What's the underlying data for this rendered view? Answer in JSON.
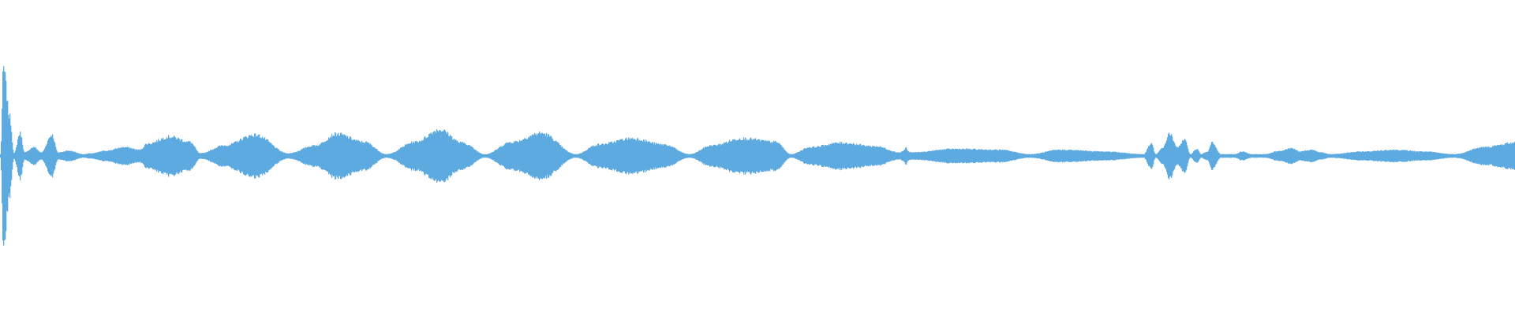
{
  "waveform": {
    "color": "#5DAAE0",
    "background": "#FFFFFF",
    "amplitude_envelope": [
      [
        0.0,
        0.02
      ],
      [
        0.002,
        1.0
      ],
      [
        0.006,
        0.45
      ],
      [
        0.009,
        0.03
      ],
      [
        0.013,
        0.26
      ],
      [
        0.016,
        0.04
      ],
      [
        0.022,
        0.1
      ],
      [
        0.027,
        0.04
      ],
      [
        0.034,
        0.24
      ],
      [
        0.038,
        0.04
      ],
      [
        0.045,
        0.06
      ],
      [
        0.055,
        0.02
      ],
      [
        0.06,
        0.03
      ],
      [
        0.07,
        0.06
      ],
      [
        0.082,
        0.1
      ],
      [
        0.092,
        0.07
      ],
      [
        0.097,
        0.14
      ],
      [
        0.112,
        0.22
      ],
      [
        0.125,
        0.16
      ],
      [
        0.132,
        0.03
      ],
      [
        0.148,
        0.12
      ],
      [
        0.168,
        0.24
      ],
      [
        0.19,
        0.03
      ],
      [
        0.208,
        0.12
      ],
      [
        0.222,
        0.25
      ],
      [
        0.24,
        0.16
      ],
      [
        0.255,
        0.02
      ],
      [
        0.274,
        0.16
      ],
      [
        0.29,
        0.3
      ],
      [
        0.305,
        0.15
      ],
      [
        0.32,
        0.02
      ],
      [
        0.338,
        0.16
      ],
      [
        0.357,
        0.26
      ],
      [
        0.38,
        0.02
      ],
      [
        0.395,
        0.13
      ],
      [
        0.417,
        0.2
      ],
      [
        0.438,
        0.13
      ],
      [
        0.455,
        0.02
      ],
      [
        0.47,
        0.12
      ],
      [
        0.49,
        0.2
      ],
      [
        0.512,
        0.16
      ],
      [
        0.522,
        0.02
      ],
      [
        0.535,
        0.1
      ],
      [
        0.555,
        0.15
      ],
      [
        0.578,
        0.11
      ],
      [
        0.594,
        0.04
      ],
      [
        0.5965,
        0.06
      ],
      [
        0.598,
        0.1
      ],
      [
        0.5995,
        0.05
      ],
      [
        0.602,
        0.04
      ],
      [
        0.63,
        0.08
      ],
      [
        0.66,
        0.07
      ],
      [
        0.68,
        0.02
      ],
      [
        0.7,
        0.07
      ],
      [
        0.73,
        0.05
      ],
      [
        0.755,
        0.02
      ],
      [
        0.76,
        0.14
      ],
      [
        0.763,
        0.02
      ],
      [
        0.768,
        0.1
      ],
      [
        0.772,
        0.26
      ],
      [
        0.777,
        0.1
      ],
      [
        0.782,
        0.18
      ],
      [
        0.786,
        0.02
      ],
      [
        0.79,
        0.08
      ],
      [
        0.793,
        0.02
      ],
      [
        0.797,
        0.05
      ],
      [
        0.8,
        0.15
      ],
      [
        0.806,
        0.02
      ],
      [
        0.815,
        0.02
      ],
      [
        0.82,
        0.05
      ],
      [
        0.826,
        0.02
      ],
      [
        0.835,
        0.02
      ],
      [
        0.845,
        0.06
      ],
      [
        0.853,
        0.09
      ],
      [
        0.858,
        0.05
      ],
      [
        0.866,
        0.07
      ],
      [
        0.872,
        0.04
      ],
      [
        0.878,
        0.02
      ],
      [
        0.9,
        0.05
      ],
      [
        0.92,
        0.07
      ],
      [
        0.94,
        0.05
      ],
      [
        0.96,
        0.02
      ],
      [
        0.98,
        0.1
      ],
      [
        1.0,
        0.15
      ]
    ]
  }
}
